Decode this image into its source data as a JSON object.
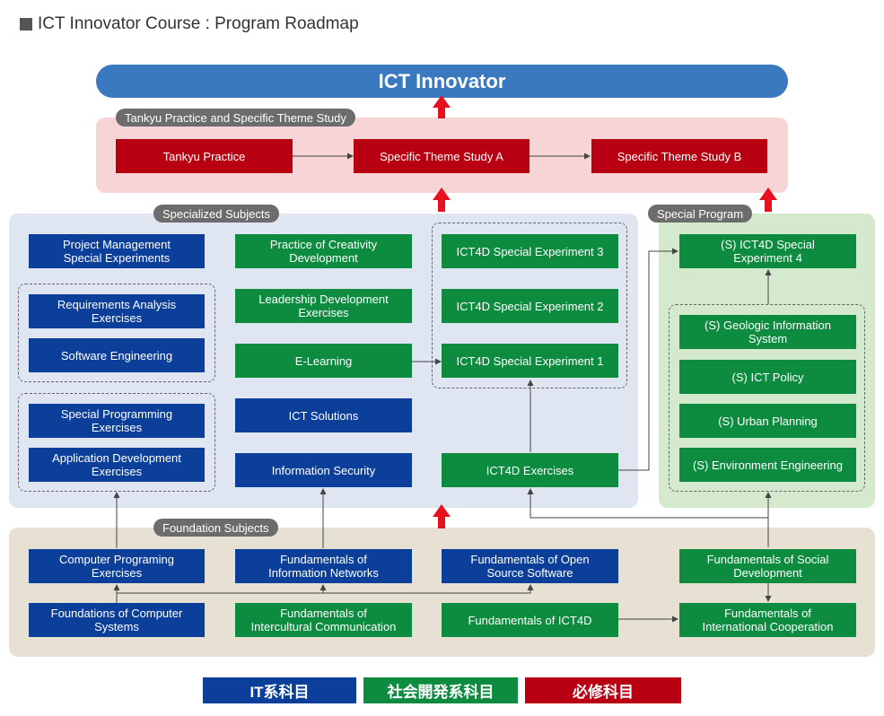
{
  "heading": "ICT Innovator Course : Program Roadmap",
  "goal": "ICT Innovator",
  "sections": {
    "tankyu": "Tankyu Practice and Specific Theme Study",
    "specialized": "Specialized Subjects",
    "special_program": "Special Program",
    "foundation": "Foundation Subjects"
  },
  "courses": {
    "tankyu_practice": "Tankyu Practice",
    "theme_a": "Specific Theme Study A",
    "theme_b": "Specific Theme Study B",
    "pm_special": "Project Management\nSpecial Experiments",
    "req_analysis": "Requirements Analysis\nExercises",
    "software_eng": "Software Engineering",
    "special_prog": "Special Programming\nExercises",
    "app_dev": "Application Development\nExercises",
    "creativity": "Practice of Creativity\nDevelopment",
    "leadership": "Leadership Development\nExercises",
    "elearning": "E-Learning",
    "ict_solutions": "ICT Solutions",
    "info_security": "Information Security",
    "ict4d_exp3": "ICT4D Special Experiment 3",
    "ict4d_exp2": "ICT4D Special Experiment 2",
    "ict4d_exp1": "ICT4D Special Experiment 1",
    "ict4d_exercises": "ICT4D Exercises",
    "s_ict4d_exp4": "(S) ICT4D Special\nExperiment 4",
    "s_geologic": "(S) Geologic Information\nSystem",
    "s_ict_policy": "(S) ICT Policy",
    "s_urban": "(S) Urban Planning",
    "s_environment": "(S) Environment Engineering",
    "comp_programming": "Computer Programing\nExercises",
    "fund_networks": "Fundamentals of\nInformation Networks",
    "fund_open_source": "Fundamentals of Open\nSource Software",
    "fund_social_dev": "Fundamentals of Social\nDevelopment",
    "found_comp_systems": "Foundations of Computer\nSystems",
    "fund_intercultural": "Fundamentals of\nIntercultural Communication",
    "fund_ict4d": "Fundamentals of ICT4D",
    "fund_intl_coop": "Fundamentals of\nInternational Cooperation"
  },
  "legend": {
    "it": "IT系科目",
    "social": "社会開発系科目",
    "required": "必修科目"
  },
  "colors": {
    "it": "#0b3f99",
    "social": "#0d8b3f",
    "required": "#b80012",
    "goal": "#3a78c0",
    "arrow_red": "#e8101e"
  }
}
